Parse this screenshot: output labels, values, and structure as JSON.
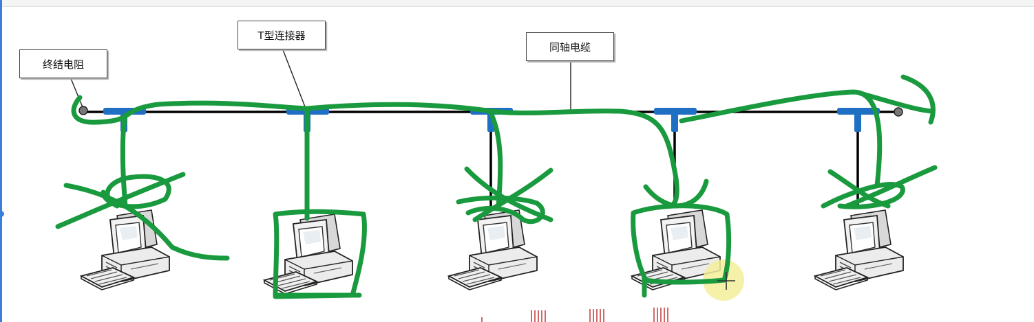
{
  "labels": {
    "terminator": "终结电阻",
    "t_connector": "T型连接器",
    "coax": "同轴电缆"
  },
  "colors": {
    "cable": "#000000",
    "connector": "#1f6fc4",
    "annotation": "#1a9a3e",
    "highlight": "#f4ef9a"
  },
  "icons": [
    "desktop-computer-icon",
    "t-connector-icon",
    "terminator-icon",
    "cursor-crosshair-icon"
  ]
}
